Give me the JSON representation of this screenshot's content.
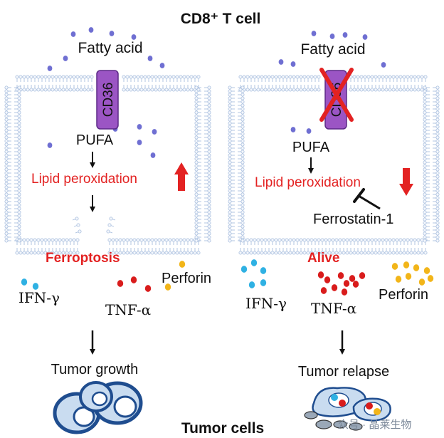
{
  "title": "CD8⁺ T cell",
  "footer": "Tumor cells",
  "watermark": "众号 · 晶莱生物",
  "colors": {
    "membrane": "#a8bede",
    "membrane_head": "#f4f7fc",
    "fatty_acid_dot": "#6f6fd2",
    "cd36_fill": "#9b55c4",
    "red": "#e32222",
    "ifn_dot": "#2fb1e3",
    "tnf_dot": "#d91c1c",
    "perforin_dot": "#f2b519",
    "tumor_fill": "#c9dcf0",
    "tumor_stroke": "#1f4d8f"
  },
  "left": {
    "fatty_acid": "Fatty acid",
    "cd36": "CD36",
    "pufa": "PUFA",
    "lipid_peroxidation": "Lipid peroxidation",
    "fate": "Ferroptosis",
    "perforin": "Perforin",
    "ifn": "IFN-γ",
    "tnf": "TNF-α",
    "outcome": "Tumor growth"
  },
  "right": {
    "fatty_acid": "Fatty acid",
    "cd36": "CD36",
    "pufa": "PUFA",
    "lipid_peroxidation": "Lipid peroxidation",
    "inhibitor": "Ferrostatin-1",
    "fate": "Alive",
    "perforin": "Perforin",
    "ifn": "IFN-γ",
    "tnf": "TNF-α",
    "outcome": "Tumor relapse"
  }
}
